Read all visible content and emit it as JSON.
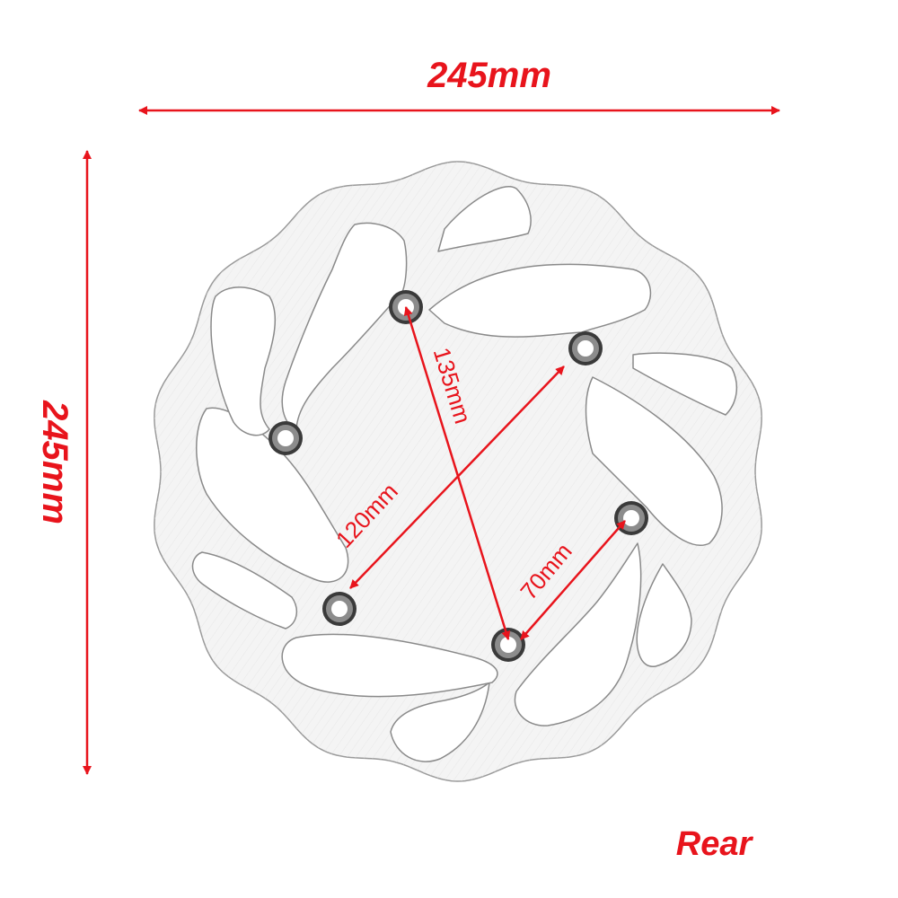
{
  "dimensions": {
    "width_label": "245mm",
    "height_label": "245mm",
    "diag_135": "135mm",
    "diag_120": "120mm",
    "hole_70": "70mm"
  },
  "caption": "Rear",
  "colors": {
    "annotation": "#e8141c",
    "disc_outline": "#9a9a9a",
    "disc_fill": "#f4f4f4",
    "bolt_ring": "#3a3a3a"
  }
}
